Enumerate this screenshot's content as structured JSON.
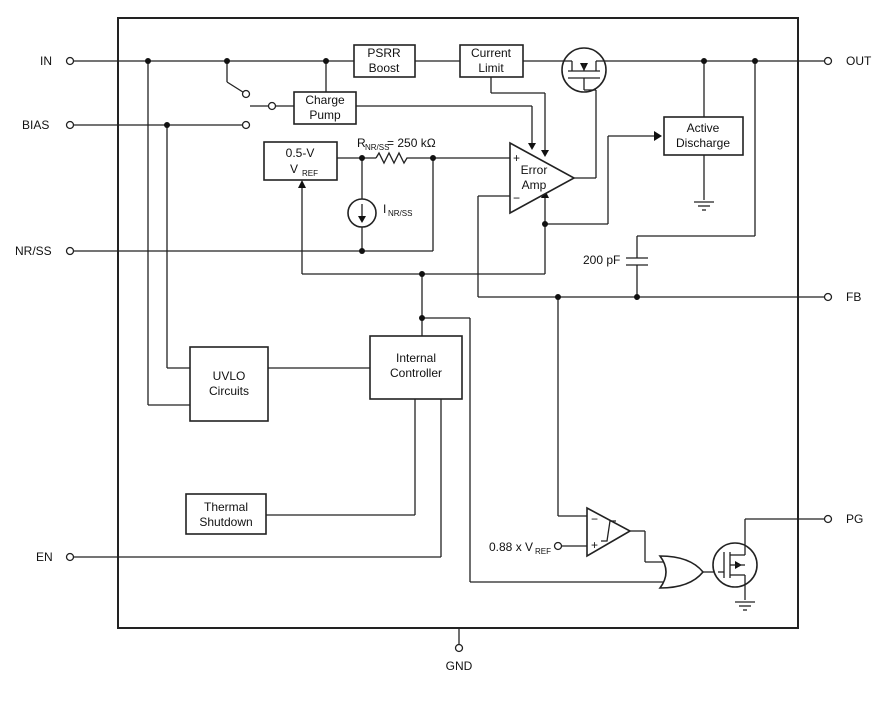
{
  "pins": {
    "in": "IN",
    "bias": "BIAS",
    "nrss": "NR/SS",
    "en": "EN",
    "out": "OUT",
    "fb": "FB",
    "pg": "PG",
    "gnd": "GND"
  },
  "blocks": {
    "psrr": [
      "PSRR",
      "Boost"
    ],
    "current_limit": [
      "Current",
      "Limit"
    ],
    "charge_pump": [
      "Charge",
      "Pump"
    ],
    "active_discharge": [
      "Active",
      "Discharge"
    ],
    "vref_main": "0.5-V",
    "vref_v": "V",
    "vref_sub": "REF",
    "error_amp": [
      "Error",
      "Amp"
    ],
    "uvlo": [
      "UVLO",
      "Circuits"
    ],
    "internal_controller": [
      "Internal",
      "Controller"
    ],
    "thermal_shutdown": [
      "Thermal",
      "Shutdown"
    ]
  },
  "labels": {
    "rnrss_r": "R",
    "rnrss_sub": "NR/SS",
    "rnrss_value": " = 250 kΩ",
    "inrss_i": "I",
    "inrss_sub": "NR/SS",
    "cap": "200 pF",
    "pg_ref_prefix": "0.88 x V",
    "pg_ref_sub": "REF",
    "plus": "+",
    "minus": "−"
  }
}
